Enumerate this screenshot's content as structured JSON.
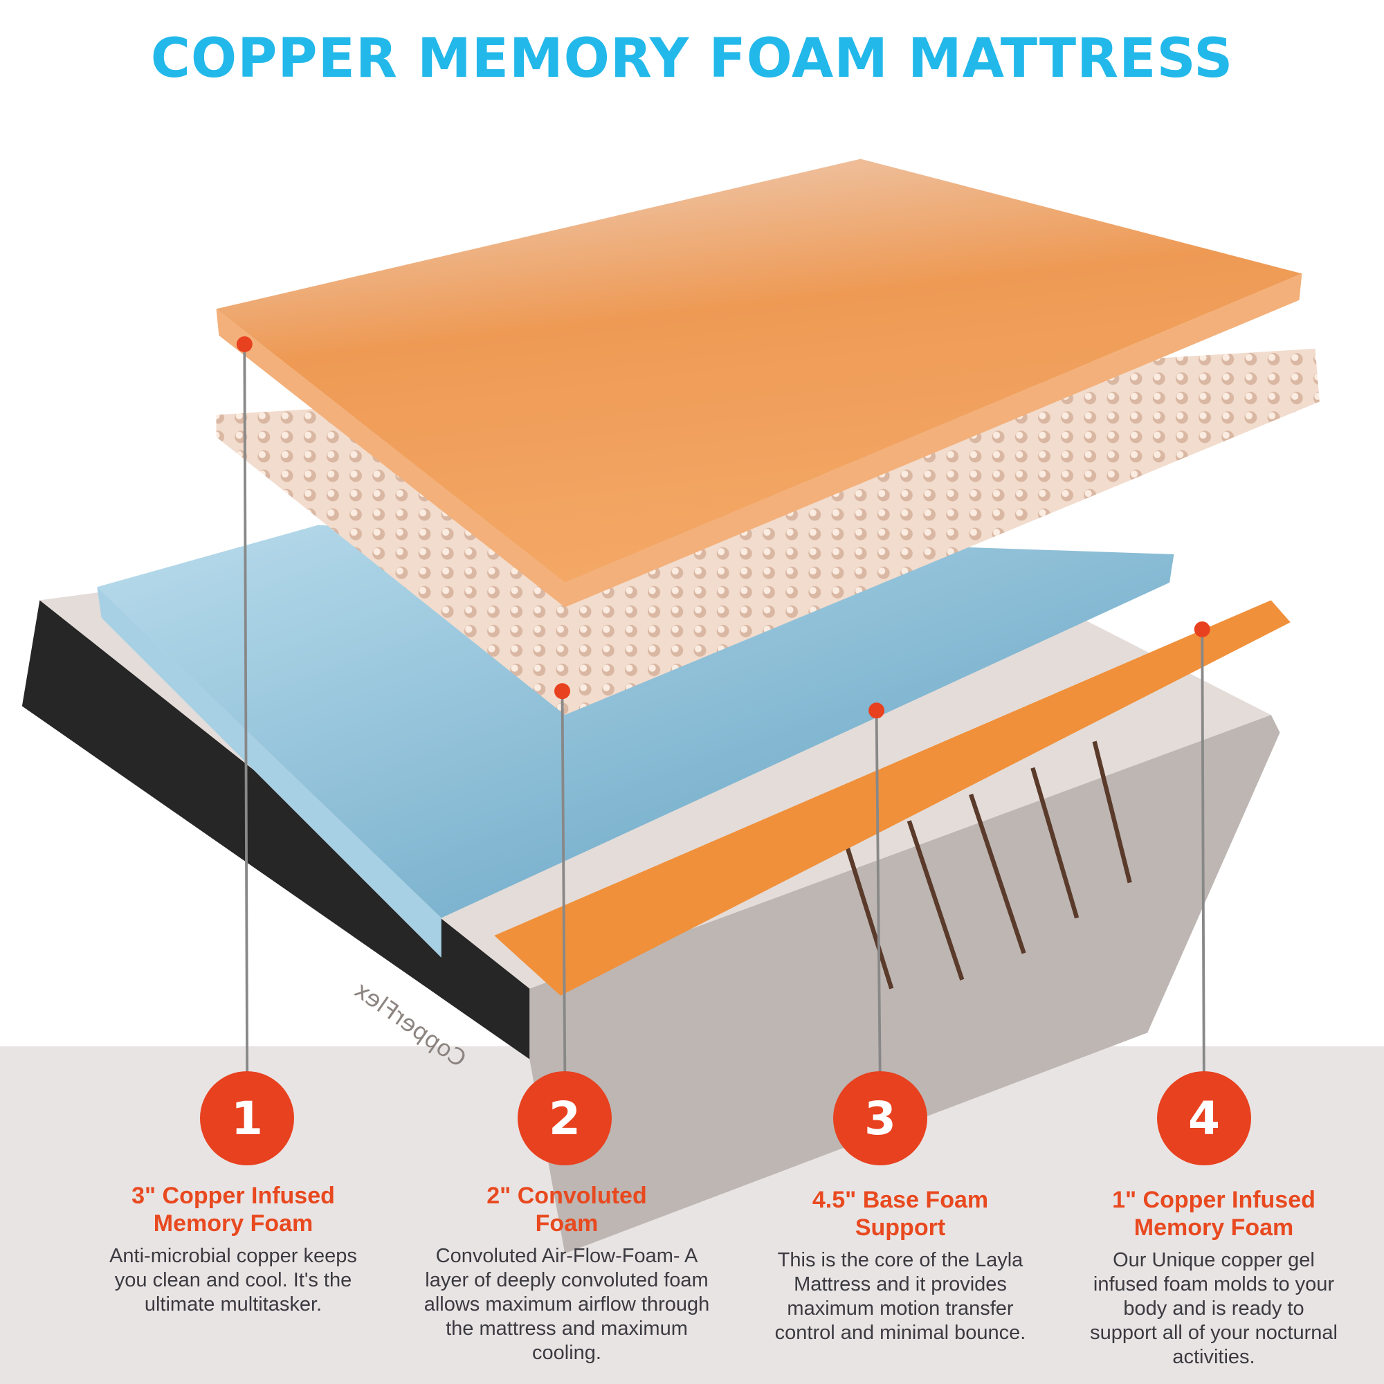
{
  "title": "COPPER MEMORY FOAM MATTRESS",
  "colors": {
    "title": "#22b8ea",
    "accent": "#e8411f",
    "band": "#e9e4e4",
    "orange_foam": "#f0903a",
    "blue_foam": "#7fb7d3"
  },
  "layers": [
    {
      "number": "1",
      "heading": "3\" Copper Infused Memory Foam",
      "body": "Anti-microbial copper keeps you clean and cool. It's the ultimate multitasker."
    },
    {
      "number": "2",
      "heading": "2\" Convoluted Foam",
      "body": "Convoluted Air-Flow-Foam- A layer of deeply convoluted foam allows maximum airflow through the mattress and maximum cooling."
    },
    {
      "number": "3",
      "heading": "4.5\" Base Foam Support",
      "body": "This is the core of the Layla Mattress and it provides maximum motion transfer control and minimal bounce."
    },
    {
      "number": "4",
      "heading": "1\" Copper Infused Memory Foam",
      "body": "Our Unique copper gel infused foam molds to your body and is ready to support all of your nocturnal activities."
    }
  ],
  "brand_marks": [
    "CopperFlex"
  ]
}
